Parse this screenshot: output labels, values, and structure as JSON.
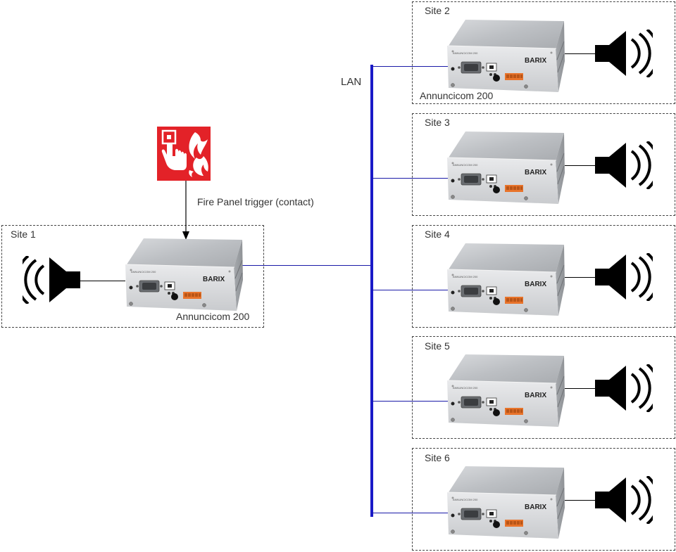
{
  "diagram": {
    "lan_label": "LAN",
    "trigger_label": "Fire Panel trigger (contact)",
    "colors": {
      "lan": "#1a1ac8",
      "link": "#1a1aa8",
      "alarm_red": "#e32228",
      "terminal": "#e8732a"
    },
    "sites": [
      {
        "name": "Site 1",
        "device_label": "Annuncicom 200"
      },
      {
        "name": "Site 2",
        "device_label": "Annuncicom 200"
      },
      {
        "name": "Site 3",
        "device_label": ""
      },
      {
        "name": "Site 4",
        "device_label": ""
      },
      {
        "name": "Site 5",
        "device_label": ""
      },
      {
        "name": "Site 6",
        "device_label": ""
      }
    ],
    "device": {
      "brand": "BARIX",
      "model": "ANNUNCICOM 200"
    },
    "icons": [
      "fire-alarm-icon",
      "speaker-icon",
      "annuncicom-device"
    ]
  }
}
